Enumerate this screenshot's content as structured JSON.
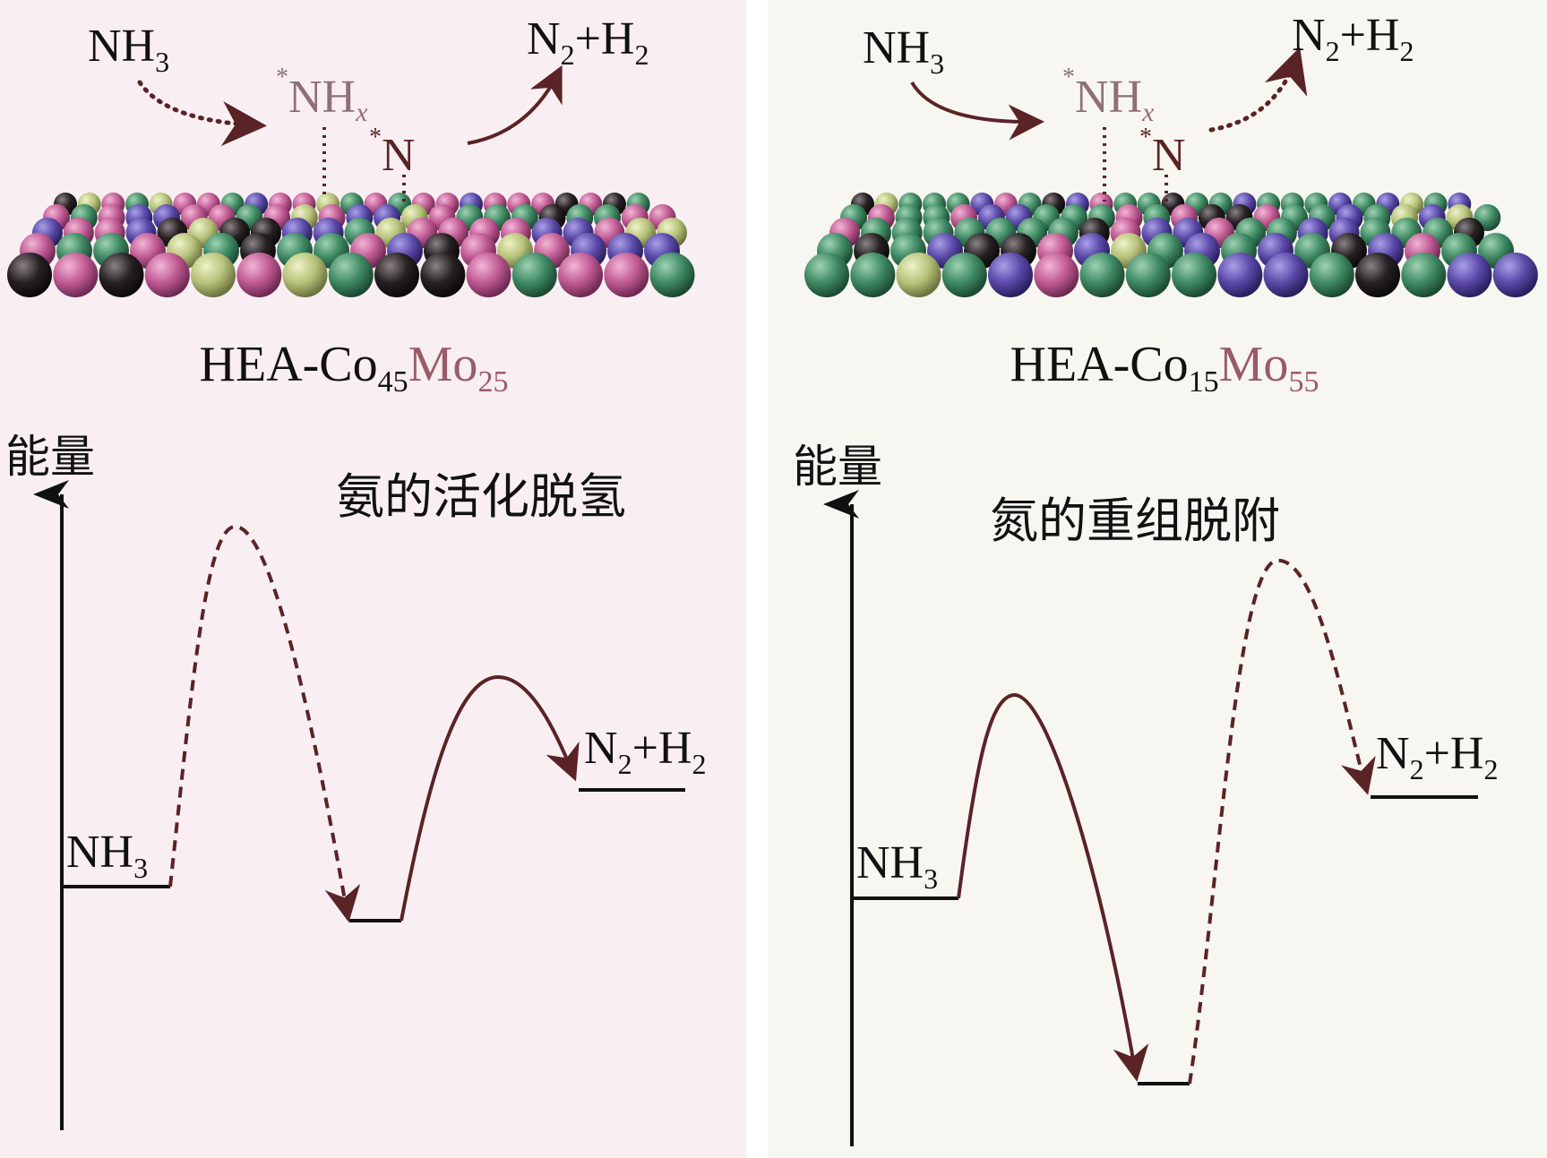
{
  "panels": [
    {
      "id": "left",
      "species": {
        "reactant": "NH",
        "reactant_sub": "3",
        "intermediate_nhx_star": "*",
        "intermediate_nhx": "NH",
        "intermediate_nhx_sub": "x",
        "intermediate_n_star": "*",
        "intermediate_n": "N",
        "product_n": "N",
        "product_n_sub": "2",
        "product_plus": "+H",
        "product_h_sub": "2"
      },
      "catalyst": {
        "prefix": "HEA-Co",
        "co_sub": "45",
        "mo": "Mo",
        "mo_sub": "25"
      },
      "energy_axis_label": "能量",
      "step_label": "氨的活化脱氢",
      "profile_labels": {
        "start": "NH",
        "start_sub": "3",
        "end_n": "N",
        "end_n_sub": "2",
        "end_plus": "+H",
        "end_h_sub": "2"
      },
      "arrow_styles": {
        "adsorption": "dotted",
        "desorption": "solid"
      },
      "barrier_styles": {
        "first": "dashed",
        "second": "solid"
      }
    },
    {
      "id": "right",
      "species": {
        "reactant": "NH",
        "reactant_sub": "3",
        "intermediate_nhx_star": "*",
        "intermediate_nhx": "NH",
        "intermediate_nhx_sub": "x",
        "intermediate_n_star": "*",
        "intermediate_n": "N",
        "product_n": "N",
        "product_n_sub": "2",
        "product_plus": "+H",
        "product_h_sub": "2"
      },
      "catalyst": {
        "prefix": "HEA-Co",
        "co_sub": "15",
        "mo": "Mo",
        "mo_sub": "55"
      },
      "energy_axis_label": "能量",
      "step_label": "氮的重组脱附",
      "profile_labels": {
        "start": "NH",
        "start_sub": "3",
        "end_n": "N",
        "end_n_sub": "2",
        "end_plus": "+H",
        "end_h_sub": "2"
      },
      "arrow_styles": {
        "adsorption": "solid",
        "desorption": "dotted"
      },
      "barrier_styles": {
        "first": "solid",
        "second": "dashed"
      }
    }
  ],
  "colors": {
    "left_background": "#f9eff3",
    "right_background": "#f7f6f1",
    "gap": "#ffffff",
    "arrow": "#5a2326",
    "intermediate_text": "#8f6f77",
    "mo_text": "#9a5b69",
    "axis": "#111111",
    "atom_pink": "#c05a93",
    "atom_green": "#3f8a64",
    "atom_purple": "#5a49a8",
    "atom_black": "#262022",
    "atom_lime": "#b7c27a"
  }
}
